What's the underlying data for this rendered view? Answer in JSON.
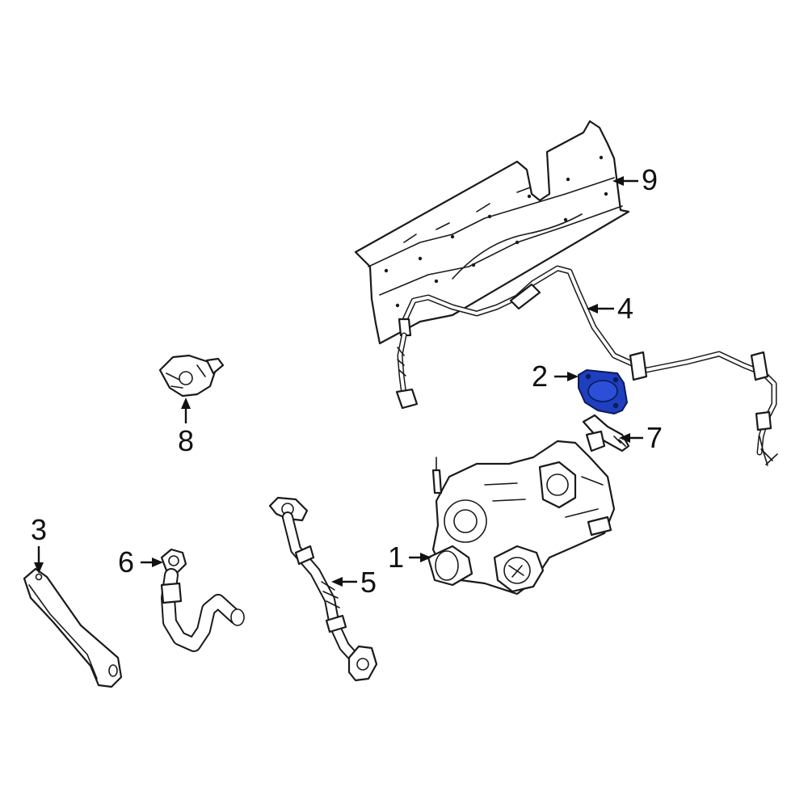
{
  "diagram": {
    "highlight_color": "#1f3fbf",
    "line_color": "#1a1a1a",
    "callouts": [
      {
        "id": "c1",
        "label": "1"
      },
      {
        "id": "c2",
        "label": "2"
      },
      {
        "id": "c3",
        "label": "3"
      },
      {
        "id": "c4",
        "label": "4"
      },
      {
        "id": "c5",
        "label": "5"
      },
      {
        "id": "c6",
        "label": "6"
      },
      {
        "id": "c7",
        "label": "7"
      },
      {
        "id": "c8",
        "label": "8"
      },
      {
        "id": "c9",
        "label": "9"
      }
    ]
  }
}
